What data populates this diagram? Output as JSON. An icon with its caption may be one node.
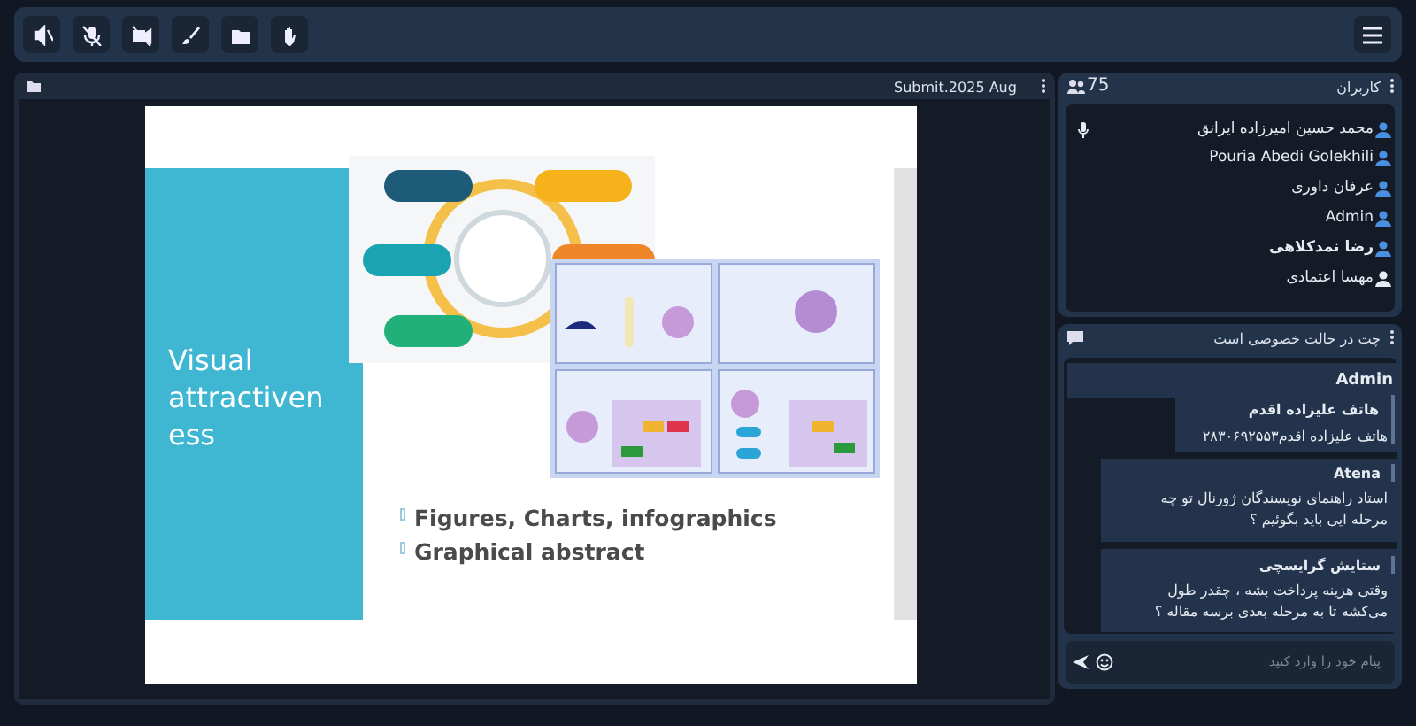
{
  "diagram": {
    "labels": [
      "Submit.2025 Aug",
      "Visual attractiveness",
      "Figures, Charts, infographics",
      "Graphical abstract",
      "کاربران",
      "75",
      "محمد حسین امیرزاده ایرانق",
      "Pouria Abedi Golekhili",
      "عرفان داوری",
      "Admin",
      "رضا نمدکلاهی",
      "مهسا اعتمادی",
      "چت در حالت خصوصی است",
      "Admin",
      "هاتف علیزاده اقدم",
      "هاتف علیزاده اقدم۲۸۳۰۶۹۲۵۵۳",
      "Atena",
      "استاد راهنمای نویسندگان ژورنال تو چه مرحله ایی باید بگوئیم ؟",
      "ستایش گرایسچی",
      "وقتی هزینه پرداخت بشه ، چقدر طول می‌کشه تا به مرحله بعدی برسه مقاله ؟",
      "پیام خود را وارد کنید"
    ]
  }
}
